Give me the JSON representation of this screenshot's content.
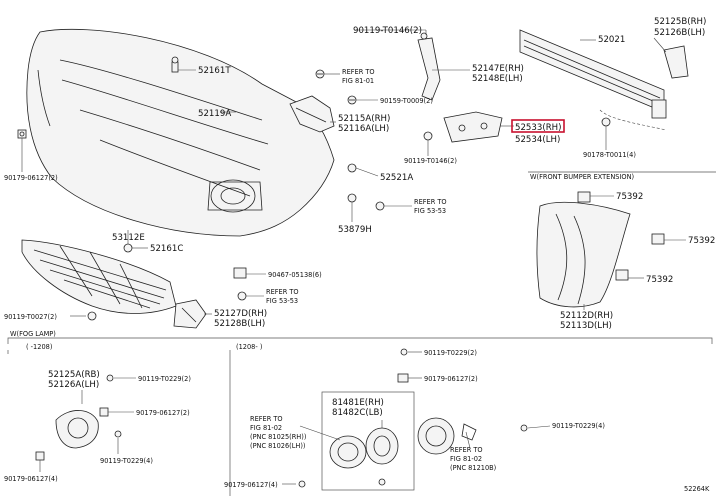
{
  "labels": {
    "p52161T": "52161T",
    "p90119_T0146_top": "90119-T0146(2)",
    "p52021": "52021",
    "p52125B": "52125B(RH)",
    "p52126B": "52126B(LH)",
    "ref81_01_a": "REFER TO",
    "ref81_01_b": "FIG 81-01",
    "p52147E": "52147E(RH)",
    "p52148E": "52148E(LH)",
    "p90159": "90159-T0009(2)",
    "p52119A": "52119A",
    "p52115A": "52115A(RH)",
    "p52116A": "52116A(LH)",
    "p52533": "52533(RH)",
    "p52534": "52534(LH)",
    "p90179_left": "90179-06127(2)",
    "p90119_T0146_mid": "90119-T0146(2)",
    "p90178": "90178-T0011(4)",
    "p52521A": "52521A",
    "ext_title": "W(FRONT BUMPER EXTENSION)",
    "ref53_53_a": "REFER TO",
    "ref53_53_b": "FIG 53-53",
    "p75392_a": "75392",
    "p53112E": "53112E",
    "p52161C": "52161C",
    "p53879H": "53879H",
    "p75392_b": "75392",
    "p90467": "90467-05138(6)",
    "p75392_c": "75392",
    "ref53_53b_a": "REFER TO",
    "ref53_53b_b": "FIG 53-53",
    "p90119_T0027": "90119-T0027(2)",
    "p52127D": "52127D(RH)",
    "p52128B": "52128B(LH)",
    "p52112D": "52112D(RH)",
    "p52113D": "52113D(LH)",
    "fog_title": "W(FOG LAMP)",
    "range_1": "( -1208)",
    "range_2": "(1208- )",
    "p90119_T0229_a": "90119-T0229(2)",
    "p52125A": "52125A(RB)",
    "p52126A": "52126A(LH)",
    "p90119_T0229_b": "90119-T0229(2)",
    "p90179_fog_mid": "90179-06127(2)",
    "p90179_fog_left": "90179-06127(2)",
    "p81481E": "81481E(RH)",
    "p81482C": "81482C(LB)",
    "ref81_02_a": "REFER TO",
    "ref81_02_b": "FIG 81-02",
    "pnc81025": "(PNC 81025(RH))",
    "pnc81026": "(PNC 81026(LH))",
    "p90119_T0229_right": "90119-T0229(4)",
    "ref81_02b_a": "REFER TO",
    "ref81_02b_b": "FIG 81-02",
    "pnc81210": "(PNC 81210B)",
    "p90119_T0229_c": "90119-T0229(4)",
    "p90179_bl": "90179-06127(4)",
    "p90179_bottom": "90179-06127(4)",
    "code": "52264K"
  },
  "colors": {
    "highlight": "#c8102e",
    "line": "#222222"
  },
  "highlighted_part": "52533(RH)"
}
